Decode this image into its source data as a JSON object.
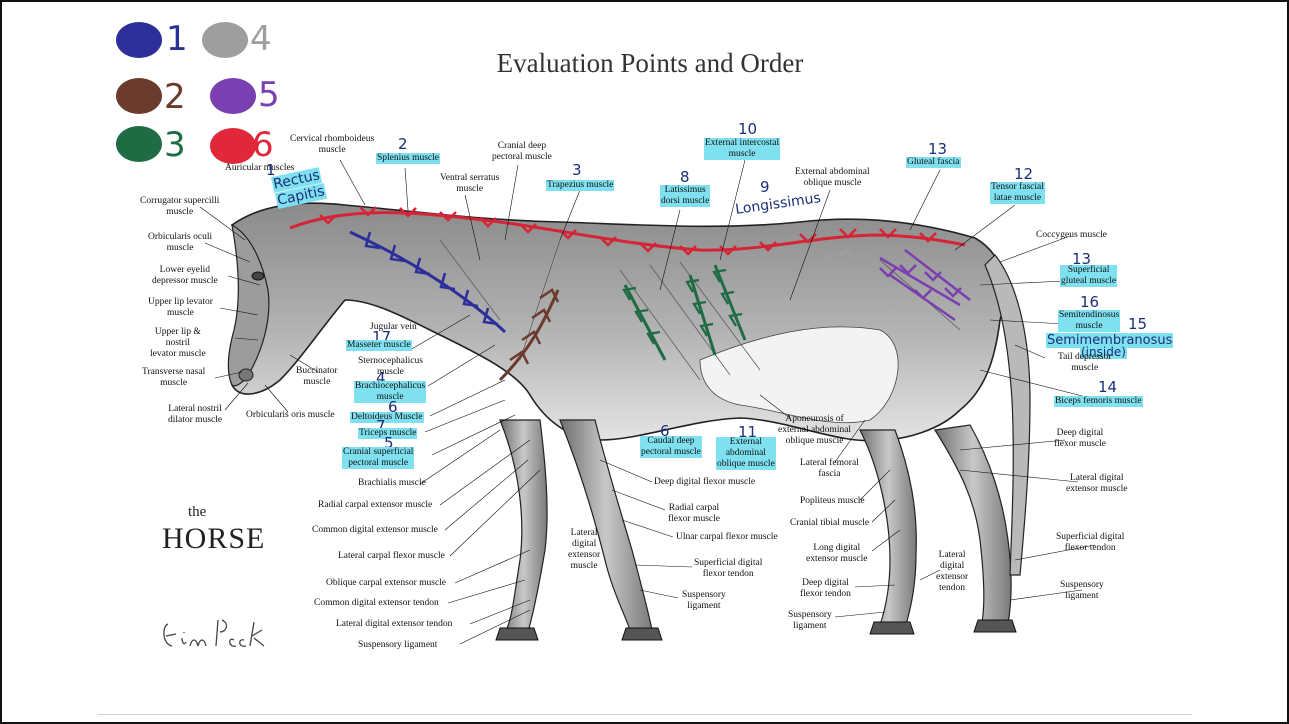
{
  "title": "Evaluation Points and Order",
  "legend": [
    {
      "number": "1",
      "color": "#2c2f9a"
    },
    {
      "number": "2",
      "color": "#6b3b2e"
    },
    {
      "number": "3",
      "color": "#1f6b44"
    },
    {
      "number": "4",
      "color": "#9e9e9e"
    },
    {
      "number": "5",
      "color": "#7a3fb0"
    },
    {
      "number": "6",
      "color": "#e0283a"
    }
  ],
  "logo": {
    "the": "the",
    "main": "HORSE"
  },
  "signature": "Erin McCook",
  "handwritten": {
    "rectus": "Rectus",
    "capitis": "Capitis",
    "longissimus": "Longissimus",
    "semimembranosus": "Semimembranosus",
    "inside": "(inside)"
  },
  "muscle_labels": {
    "cervical_rhomboideus": "Cervical rhomboideus\nmuscle",
    "splenius": "Splenius muscle",
    "cranial_deep_pectoral": "Cranial deep\npectoral muscle",
    "trapezius": "Trapezius muscle",
    "auricular": "Auricular muscles",
    "ventral_serratus": "Ventral serratus\nmuscle",
    "latissimus": "Latissimus\ndorsi muscle",
    "external_intercostal": "External intercostal\nmuscle",
    "external_abdominal_oblique": "External abdominal\noblique muscle",
    "gluteal_fascia": "Gluteal fascia",
    "tensor_fasciae": "Tensor fascial\nlatae muscle",
    "corrugator": "Corrugator supercilli\nmuscle",
    "orbicularis_oculi": "Orbicularis oculi\nmuscle",
    "lower_eyelid": "Lower eyelid\ndepressor muscle",
    "upper_lip_levator": "Upper lip levator\nmuscle",
    "upper_lip_nostril": "Upper lip &\nnostril\nlevator muscle",
    "transverse_nasal": "Transverse nasal\nmuscle",
    "lateral_nostril": "Lateral nostril\ndilator muscle",
    "orbicularis_oris": "Orbicularis oris muscle",
    "buccinator": "Buccinator\nmuscle",
    "jugular": "Jugular vein",
    "masseter": "Masseter muscle",
    "sternocephalicus": "Sternocephalicus\nmuscle",
    "brachiocephalicus": "Brachiocephalicus\nmuscle",
    "deltoideus": "Deltoideus Muscle",
    "triceps": "Triceps muscle",
    "cranial_superficial_pectoral": "Cranial superficial\npectoral muscle",
    "brachialis": "Brachialis muscle",
    "radial_carpal_ext": "Radial carpal extensor muscle",
    "common_digital_ext": "Common digital extensor muscle",
    "lateral_carpal_flexor": "Lateral carpal flexor muscle",
    "oblique_carpal_ext": "Oblique carpal extensor muscle",
    "common_digital_ext_tendon": "Common digital extensor tendon",
    "lateral_digital_ext_tendon": "Lateral digital extensor tendon",
    "suspensory_front": "Suspensory ligament",
    "lateral_digital_ext_front": "Lateral\ndigital\nextensor\nmuscle",
    "deep_digital_flexor_front": "Deep digital flexor muscle",
    "radial_carpal_flexor": "Radial carpal\nflexor muscle",
    "ulnar_carpal_flexor": "Ulnar carpal flexor muscle",
    "superficial_digital_flexor_tendon_front": "Superficial digital\nflexor tendon",
    "suspensory_mid": "Suspensory\nligament",
    "caudal_deep_pectoral": "Caudal deep\npectoral muscle",
    "external_abdominal_oblique_low": "External\nabdominal\noblique muscle",
    "aponeurosis": "Aponeurosis of\nexternal abdominal\noblique muscle",
    "lateral_femoral_fascia": "Lateral femoral\nfascia",
    "popliteus": "Popliteus muscle",
    "cranial_tibial": "Cranial tibial muscle",
    "long_digital_ext": "Long digital\nextensor muscle",
    "deep_digital_flexor_tendon": "Deep digital\nflexor tendon",
    "suspensory_hind": "Suspensory\nligament",
    "lateral_digital_ext_tendon_hind": "Lateral\ndigital\nextensor\ntendon",
    "coccygeus": "Coccygeus muscle",
    "superficial_gluteal": "Superficial\ngluteal muscle",
    "semitendinosus": "Semitendinosus\nmuscle",
    "tail_depressor": "Tail depressor\nmuscle",
    "biceps_femoris": "Biceps femoris muscle",
    "deep_digital_flexor_hind": "Deep digital\nflexor muscle",
    "lateral_digital_ext_hind": "Lateral digital\nextensor muscle",
    "superficial_digital_flexor_tendon_hind": "Superficial digital\nflexor tendon",
    "suspensory_right": "Suspensory\nligament"
  },
  "order_numbers": {
    "n1_rectus": "1",
    "n2": "2",
    "n3": "3",
    "n8": "8",
    "n10": "10",
    "n9": "9",
    "n13_gluteal": "13",
    "n12": "12",
    "n13_superficial": "13",
    "n16": "16",
    "n15": "15",
    "n14": "14",
    "n17": "17",
    "n4": "4",
    "n6_delt": "6",
    "n7": "7",
    "n5": "5",
    "n6_caudal": "6",
    "n11": "11"
  }
}
